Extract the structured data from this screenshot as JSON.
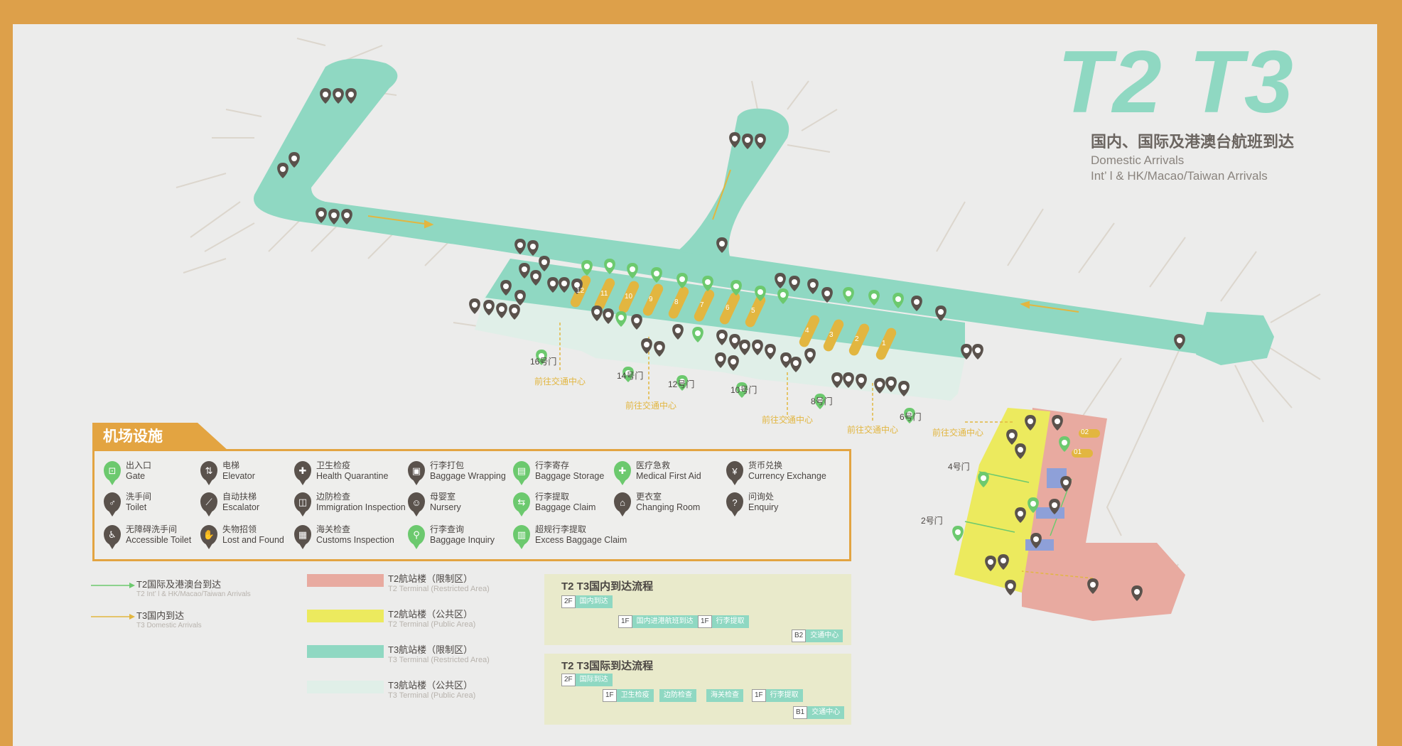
{
  "title": {
    "terminals": "T2 T3",
    "subtitle_cn": "国内、国际及港澳台航班到达",
    "subtitle_en1": "Domestic Arrivals",
    "subtitle_en2": "Int’ l & HK/Macao/Taiwan Arrivals"
  },
  "legend": {
    "heading": "机场设施",
    "facilities": [
      {
        "cn": "出入口",
        "en": "Gate",
        "icon": "gate-icon",
        "tone": "green"
      },
      {
        "cn": "电梯",
        "en": "Elevator",
        "icon": "elevator-icon",
        "tone": "dark"
      },
      {
        "cn": "卫生检疫",
        "en": "Health Quarantine",
        "icon": "health-quarantine-icon",
        "tone": "dark"
      },
      {
        "cn": "行李打包",
        "en": "Baggage Wrapping",
        "icon": "baggage-wrapping-icon",
        "tone": "dark"
      },
      {
        "cn": "行李寄存",
        "en": "Baggage Storage",
        "icon": "baggage-storage-icon",
        "tone": "green"
      },
      {
        "cn": "医疗急救",
        "en": "Medical First Aid",
        "icon": "first-aid-icon",
        "tone": "green"
      },
      {
        "cn": "货币兑换",
        "en": "Currency Exchange",
        "icon": "currency-exchange-icon",
        "tone": "dark"
      },
      {
        "cn": "洗手间",
        "en": "Toilet",
        "icon": "toilet-icon",
        "tone": "dark"
      },
      {
        "cn": "自动扶梯",
        "en": "Escalator",
        "icon": "escalator-icon",
        "tone": "dark"
      },
      {
        "cn": "边防检查",
        "en": "Immigration Inspection",
        "icon": "immigration-icon",
        "tone": "dark"
      },
      {
        "cn": "母婴室",
        "en": "Nursery",
        "icon": "nursery-icon",
        "tone": "dark"
      },
      {
        "cn": "行李提取",
        "en": "Baggage Claim",
        "icon": "baggage-claim-icon",
        "tone": "green"
      },
      {
        "cn": "更衣室",
        "en": "Changing Room",
        "icon": "changing-room-icon",
        "tone": "dark"
      },
      {
        "cn": "问询处",
        "en": "Enquiry",
        "icon": "enquiry-icon",
        "tone": "dark"
      },
      {
        "cn": "无障碍洗手间",
        "en": "Accessible Toilet",
        "icon": "accessible-toilet-icon",
        "tone": "dark"
      },
      {
        "cn": "失物招领",
        "en": "Lost and Found",
        "icon": "lost-found-icon",
        "tone": "dark"
      },
      {
        "cn": "海关检查",
        "en": "Customs Inspection",
        "icon": "customs-icon",
        "tone": "dark"
      },
      {
        "cn": "行李查询",
        "en": "Baggage Inquiry",
        "icon": "baggage-inquiry-icon",
        "tone": "green"
      },
      {
        "cn": "超规行李提取",
        "en": "Excess Baggage Claim",
        "icon": "excess-baggage-icon",
        "tone": "green"
      }
    ],
    "routes": [
      {
        "cn": "T2国际及港澳台到达",
        "en": "T2 Int’ l & HK/Macao/Taiwan Arrivals",
        "color": "#6cc96e"
      },
      {
        "cn": "T3国内到达",
        "en": "T3 Domestic Arrivals",
        "color": "#e2b640"
      }
    ],
    "areas": [
      {
        "cn": "T2航站楼（限制区）",
        "en": "T2 Terminal (Restricted Area)",
        "color": "#e8aaa0"
      },
      {
        "cn": "T2航站楼（公共区）",
        "en": "T2 Terminal (Public Area)",
        "color": "#ecea5e"
      },
      {
        "cn": "T3航站楼（限制区）",
        "en": "T3 Terminal (Restricted Area)",
        "color": "#8fd8c2"
      },
      {
        "cn": "T3航站楼（公共区）",
        "en": "T3 Terminal (Public Area)",
        "color": "#e0efe8"
      }
    ]
  },
  "flows": {
    "domestic": {
      "title": "T2 T3国内到达流程",
      "step1_level": "2F",
      "step1_label": "国内到达",
      "step2_level": "1F",
      "step2_label": "国内进港航班到达",
      "step3_level": "1F",
      "step3_label": "行李提取",
      "step4_level": "B2",
      "step4_label": "交通中心"
    },
    "international": {
      "title": "T2 T3国际到达流程",
      "step1_level": "2F",
      "step1_label": "国际到达",
      "step2_level": "1F",
      "step2_label": "卫生检疫",
      "step3_label": "边防检查",
      "step4_label": "海关检查",
      "step5_level": "1F",
      "step5_label": "行李提取",
      "step6_level": "B1",
      "step6_label": "交通中心"
    }
  },
  "gates": [
    "16号门",
    "14号门",
    "12号门",
    "10号门",
    "8号门",
    "6号门",
    "4号门",
    "2号门"
  ],
  "transport_link": "前往交通中心",
  "claim_belts": [
    "12",
    "11",
    "10",
    "9",
    "8",
    "7",
    "6",
    "5",
    "4",
    "3",
    "2",
    "1"
  ],
  "t2_belts": [
    "02",
    "01"
  ],
  "colors": {
    "frame": "#dda04a",
    "t3_restricted": "#8fd8c2",
    "t3_public": "#e0efe8",
    "t2_restricted": "#e8aaa0",
    "t2_public": "#ecea5e",
    "belt": "#e2b640",
    "pin_dark": "#5a524c",
    "pin_green": "#6cc96e"
  }
}
